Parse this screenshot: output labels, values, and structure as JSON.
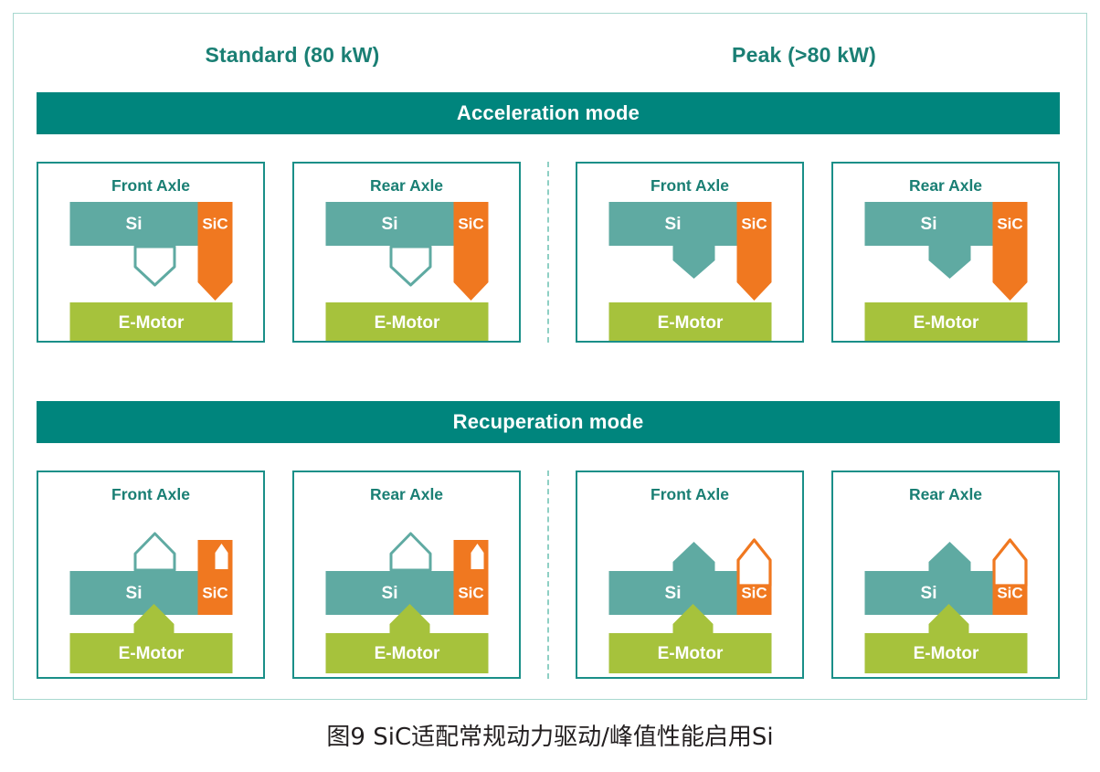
{
  "figure": {
    "caption": "图9  SiC适配常规动力驱动/峰值性能启用Si",
    "columns": [
      {
        "id": "standard",
        "title": "Standard (80 kW)"
      },
      {
        "id": "peak",
        "title": "Peak (>80 kW)"
      }
    ],
    "colors": {
      "teal_bar": "#00857d",
      "teal_title": "#1a7f74",
      "panel_border": "#1a8f88",
      "outer_border": "#a8d8cf",
      "divider": "#8ecfc4",
      "si_block": "#5faaa2",
      "sic_block": "#f07820",
      "emotor_block": "#a6c23c",
      "white": "#ffffff",
      "caption_text": "#231f20"
    },
    "labels": {
      "si": "Si",
      "sic": "SiC",
      "emotor": "E-Motor",
      "front_axle": "Front Axle",
      "rear_axle": "Rear Axle"
    },
    "modes": [
      {
        "id": "acceleration",
        "bar_label": "Acceleration mode",
        "direction": "down",
        "panels": [
          {
            "axle": "Front Axle",
            "column": "standard",
            "si_label": "Si",
            "sic_label": "SiC",
            "emotor_label": "E-Motor",
            "si_arrow": "outline",
            "sic_arrow": "filled",
            "emotor_arrow": "none"
          },
          {
            "axle": "Rear Axle",
            "column": "standard",
            "si_label": "Si",
            "sic_label": "SiC",
            "emotor_label": "E-Motor",
            "si_arrow": "outline",
            "sic_arrow": "filled",
            "emotor_arrow": "none"
          },
          {
            "axle": "Front Axle",
            "column": "peak",
            "si_label": "Si",
            "sic_label": "SiC",
            "emotor_label": "E-Motor",
            "si_arrow": "filled",
            "sic_arrow": "filled",
            "emotor_arrow": "none"
          },
          {
            "axle": "Rear Axle",
            "column": "peak",
            "si_label": "Si",
            "sic_label": "SiC",
            "emotor_label": "E-Motor",
            "si_arrow": "filled",
            "sic_arrow": "filled",
            "emotor_arrow": "none"
          }
        ]
      },
      {
        "id": "recuperation",
        "bar_label": "Recuperation mode",
        "direction": "up",
        "panels": [
          {
            "axle": "Front Axle",
            "column": "standard",
            "si_label": "Si",
            "sic_label": "SiC",
            "emotor_label": "E-Motor",
            "si_arrow": "outline",
            "sic_arrow": "notch",
            "emotor_arrow": "filled"
          },
          {
            "axle": "Rear Axle",
            "column": "standard",
            "si_label": "Si",
            "sic_label": "SiC",
            "emotor_label": "E-Motor",
            "si_arrow": "outline",
            "sic_arrow": "notch",
            "emotor_arrow": "filled"
          },
          {
            "axle": "Front Axle",
            "column": "peak",
            "si_label": "Si",
            "sic_label": "SiC",
            "emotor_label": "E-Motor",
            "si_arrow": "filled",
            "sic_arrow": "outline",
            "emotor_arrow": "filled"
          },
          {
            "axle": "Rear Axle",
            "column": "peak",
            "si_label": "Si",
            "sic_label": "SiC",
            "emotor_label": "E-Motor",
            "si_arrow": "filled",
            "sic_arrow": "outline",
            "emotor_arrow": "filled"
          }
        ]
      }
    ]
  }
}
